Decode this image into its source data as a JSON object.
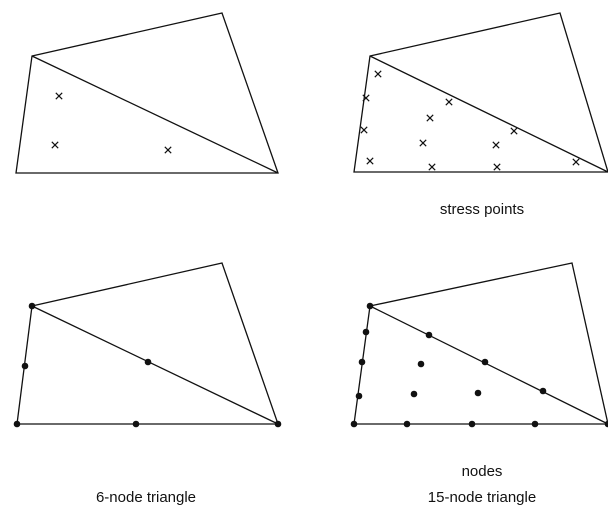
{
  "labels": {
    "stress_points": "stress points",
    "nodes": "nodes",
    "six_node": "6-node triangle",
    "fifteen_node": "15-node triangle"
  },
  "colors": {
    "line": "#111111",
    "background": "#ffffff"
  },
  "panels": [
    {
      "id": "six-node-stress",
      "marker": "cross",
      "count": 3
    },
    {
      "id": "fifteen-node-stress",
      "marker": "cross",
      "count": 12
    },
    {
      "id": "six-node-nodes",
      "marker": "dot",
      "count": 6
    },
    {
      "id": "fifteen-node-nodes",
      "marker": "dot",
      "count": 15
    }
  ]
}
